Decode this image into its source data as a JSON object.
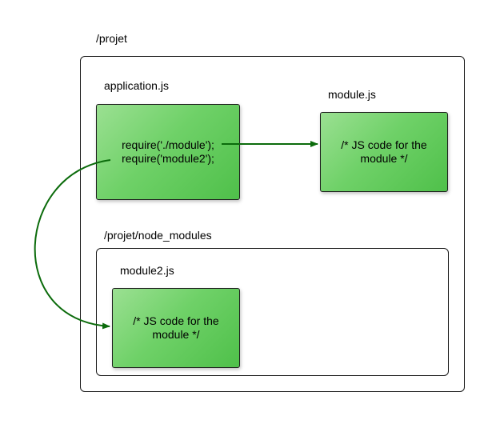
{
  "diagram": {
    "root_folder": {
      "label": "/projet"
    },
    "application": {
      "label": "application.js",
      "code_lines": [
        "require('./module');",
        "require('module2');"
      ]
    },
    "module": {
      "label": "module.js",
      "code_lines": [
        "/* JS code for the",
        "module */"
      ]
    },
    "node_modules_folder": {
      "label": "/projet/node_modules"
    },
    "module2": {
      "label": "module2.js",
      "code_lines": [
        "/* JS code for the",
        "module */"
      ]
    },
    "colors": {
      "arrow": "#0b6b0b",
      "box_light": "#9be092",
      "box_dark": "#4fc04a",
      "frame_border": "#1a1a1a"
    }
  }
}
